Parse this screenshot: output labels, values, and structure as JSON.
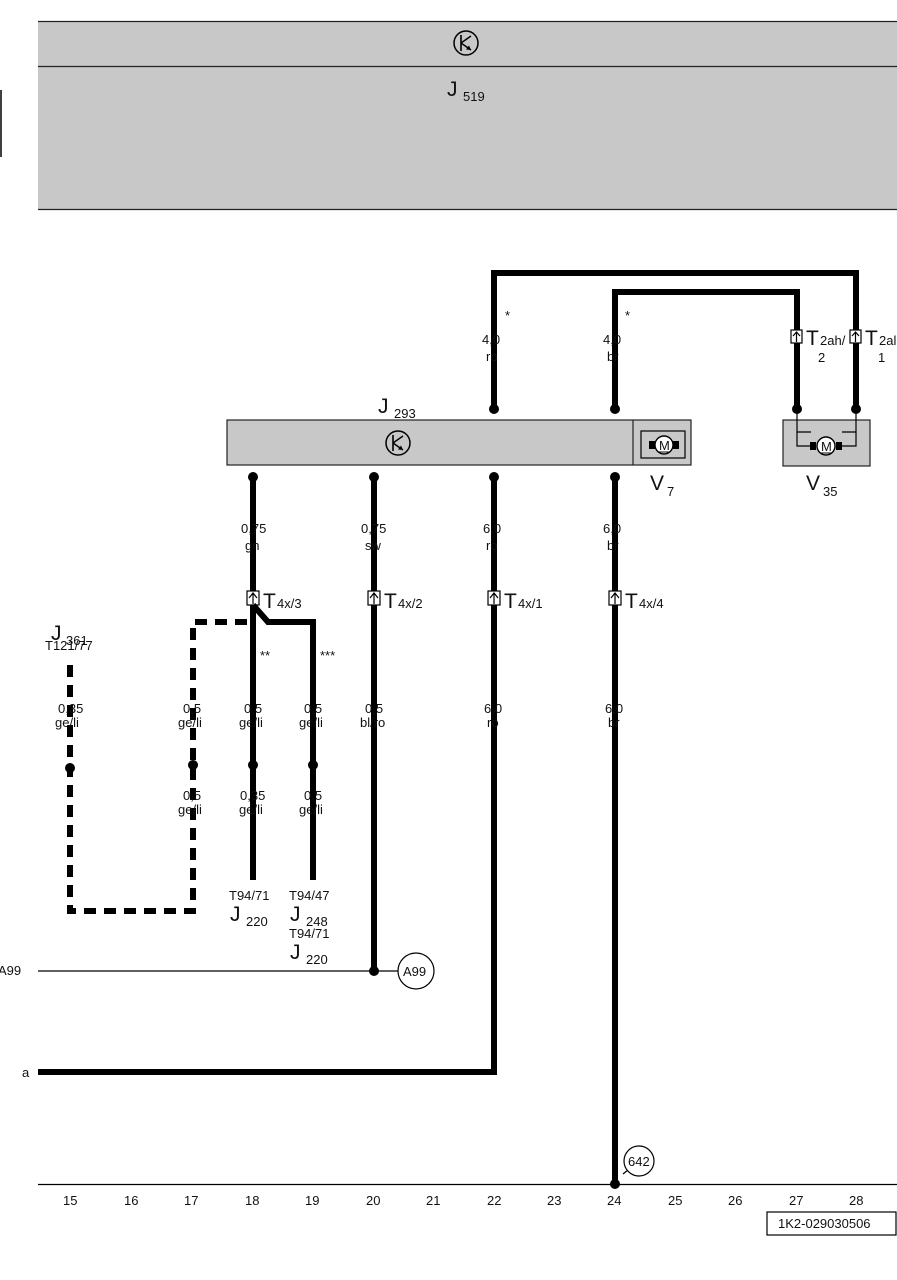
{
  "components": {
    "j519": {
      "letter": "J",
      "sub": "519"
    },
    "j293": {
      "letter": "J",
      "sub": "293"
    },
    "v7": {
      "letter": "V",
      "sub": "7"
    },
    "v35": {
      "letter": "V",
      "sub": "35"
    },
    "j361": {
      "letter": "J",
      "sub": "361",
      "pin": "T121/77"
    },
    "j220a": {
      "letter": "J",
      "sub": "220",
      "pin": "T94/71"
    },
    "j248": {
      "letter": "J",
      "sub": "248",
      "pin": "T94/47"
    },
    "j220b": {
      "letter": "J",
      "sub": "220",
      "pin": "T94/71"
    },
    "motor_symbol": "M"
  },
  "connectors": {
    "t4x3": {
      "main": "T",
      "sub": "4x/3"
    },
    "t4x2": {
      "main": "T",
      "sub": "4x/2"
    },
    "t4x1": {
      "main": "T",
      "sub": "4x/1"
    },
    "t4x4": {
      "main": "T",
      "sub": "4x/4"
    },
    "t2ah": {
      "main": "T",
      "sub": "2ah/",
      "pin": "2"
    },
    "t2a1": {
      "main": "T",
      "sub": "2al",
      "pin": "1"
    }
  },
  "wires": {
    "top_ro": {
      "size": "4,0",
      "color": "ro",
      "mark": "*"
    },
    "top_br": {
      "size": "4,0",
      "color": "br",
      "mark": "*"
    },
    "w18": {
      "size": "0,75",
      "color": "gn"
    },
    "w20": {
      "size": "0,75",
      "color": "sw"
    },
    "w22": {
      "size": "6,0",
      "color": "ro"
    },
    "w24": {
      "size": "6,0",
      "color": "br"
    },
    "w15a": {
      "size": "0,35",
      "color": "ge/li"
    },
    "w17a": {
      "size": "0,5",
      "color": "ge/li"
    },
    "w17b": {
      "size": "0,5",
      "color": "ge/li"
    },
    "w18a": {
      "size": "0,5",
      "color": "ge/li",
      "mark": "**"
    },
    "w18b": {
      "size": "0,35",
      "color": "ge/li"
    },
    "w19a": {
      "size": "0,5",
      "color": "ge/li",
      "mark": "***"
    },
    "w19b": {
      "size": "0,5",
      "color": "ge/li"
    },
    "w20a": {
      "size": "0,5",
      "color": "bl/ro"
    },
    "w22a": {
      "size": "6,0",
      "color": "ro"
    },
    "w24a": {
      "size": "6,0",
      "color": "br"
    }
  },
  "references": {
    "a99_left": "A99",
    "a99_circle": "A99",
    "a_left": "a",
    "ground": "642"
  },
  "columns": [
    "15",
    "16",
    "17",
    "18",
    "19",
    "20",
    "21",
    "22",
    "23",
    "24",
    "25",
    "26",
    "27",
    "28"
  ],
  "doc_id": "1K2-029030506"
}
